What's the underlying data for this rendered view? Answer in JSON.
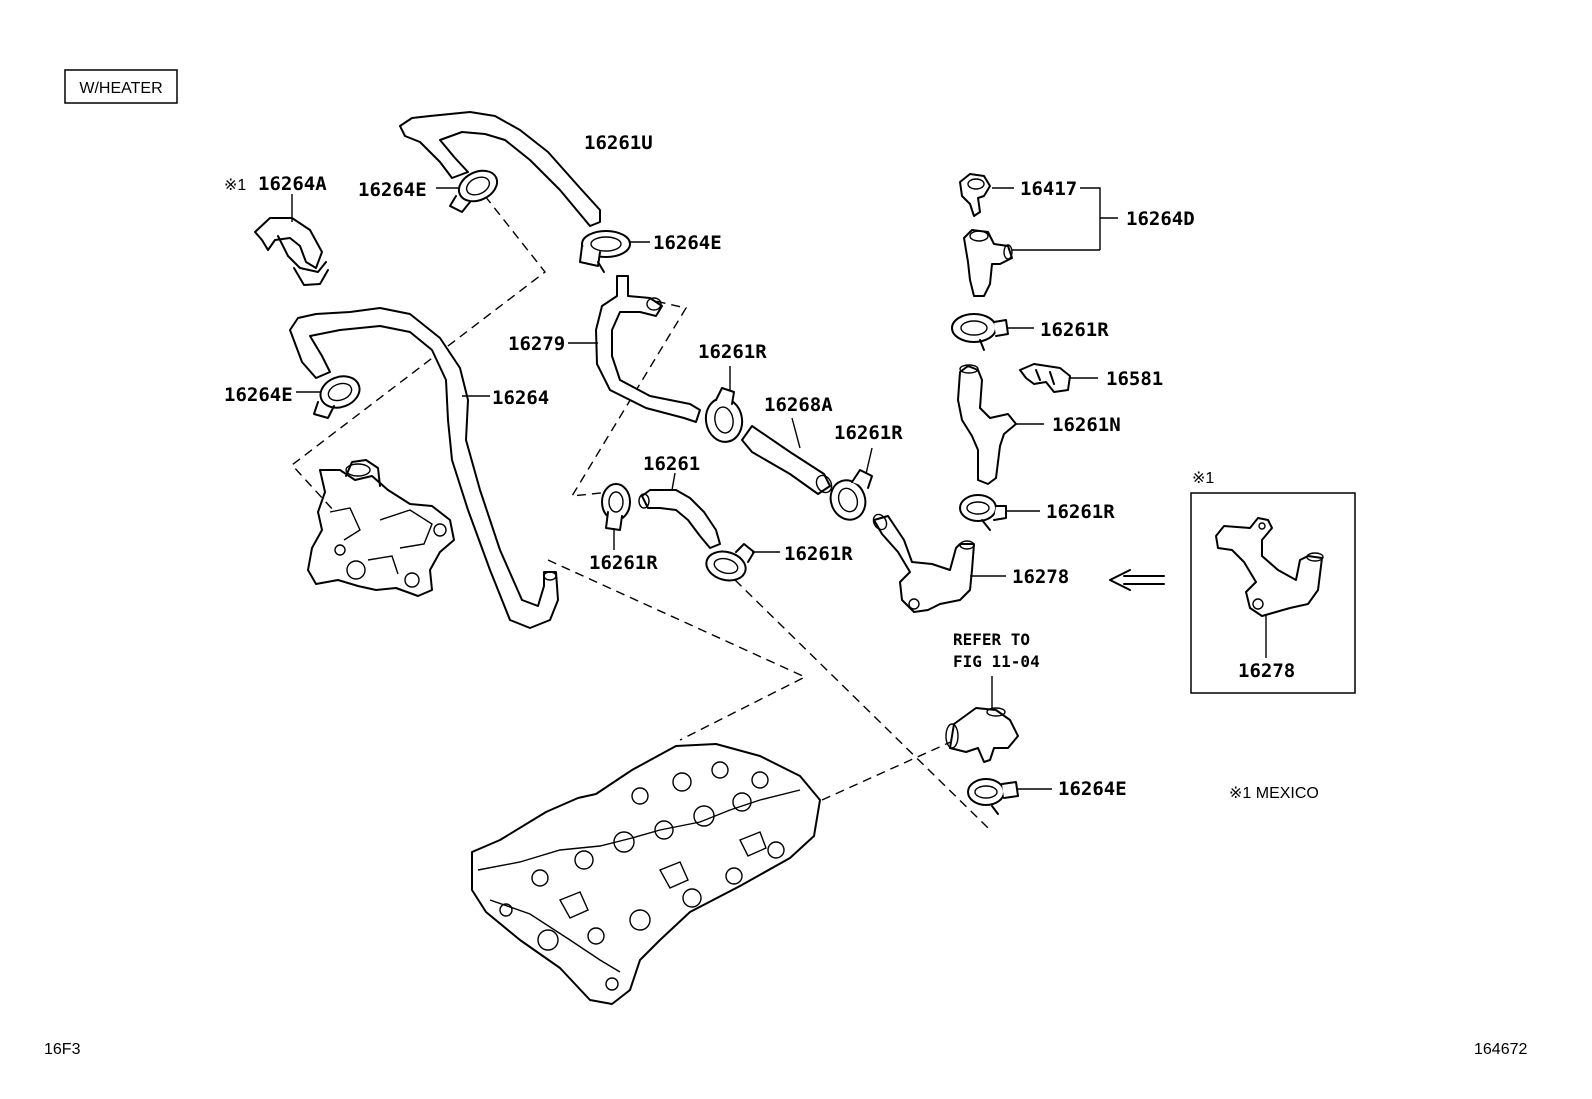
{
  "header": {
    "variant_label": "W/HEATER"
  },
  "footer": {
    "page_code": "16F3",
    "figure_number": "164672"
  },
  "notes": {
    "legend": "※1 MEXICO",
    "ref_line1": "REFER TO",
    "ref_line2": "FIG 11-04",
    "inset_marker": "※1",
    "mark": "※1"
  },
  "parts": {
    "p16261U": "16261U",
    "p16264A": "16264A",
    "p16264E_top": "16264E",
    "p16264E_mid": "16264E",
    "p16264E_left": "16264E",
    "p16264E_bottom": "16264E",
    "p16279": "16279",
    "p16264": "16264",
    "p16261R_a": "16261R",
    "p16268A": "16268A",
    "p16261R_b": "16261R",
    "p16261": "16261",
    "p16261R_c": "16261R",
    "p16261R_d": "16261R",
    "p16278": "16278",
    "p16417": "16417",
    "p16264D": "16264D",
    "p16261R_e": "16261R",
    "p16581": "16581",
    "p16261N": "16261N",
    "p16261R_f": "16261R",
    "p16278_inset": "16278"
  }
}
